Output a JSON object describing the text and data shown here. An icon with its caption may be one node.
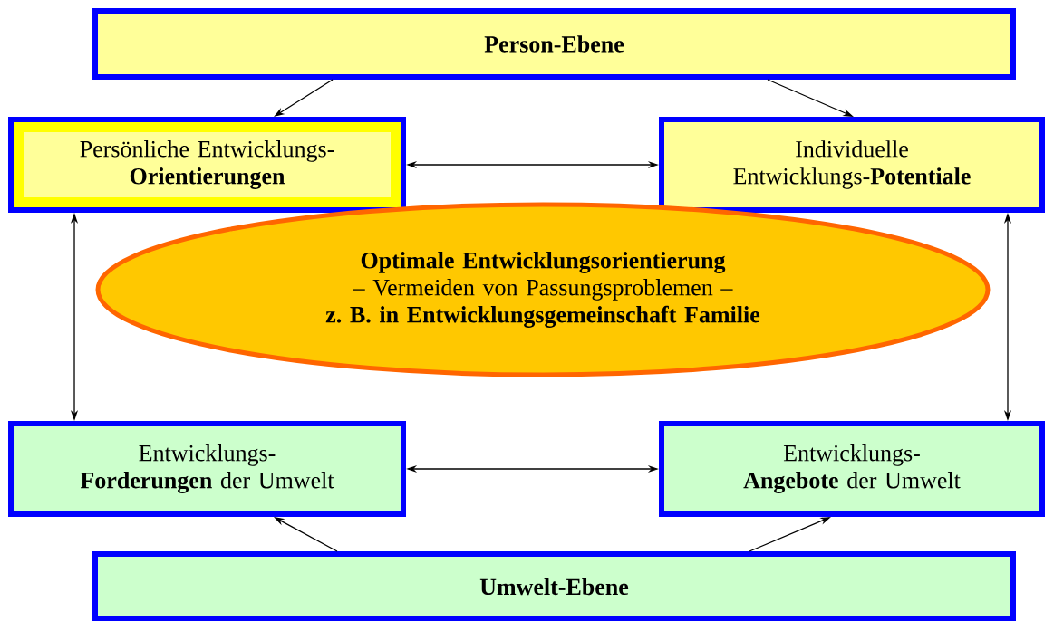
{
  "diagram": {
    "nodes": [
      {
        "text": [
          "Person-Ebene"
        ]
      },
      {
        "text": [
          "Persönliche Entwicklungs-**Orientierungen**"
        ]
      },
      {
        "text": [
          "Individuelle Entwicklungs-**Potentiale**"
        ]
      },
      {
        "text": [
          "Optimale Entwicklungsorientierung",
          "– Vermeiden von Passungsproblemen –",
          "z. B. in Entwicklungsgemeinschaft Familie"
        ]
      },
      {
        "text": [
          "Entwicklungs-**Forderungen** der Umwelt"
        ]
      },
      {
        "text": [
          "Entwicklungs-**Angebote** der Umwelt"
        ]
      },
      {
        "text": [
          "Umwelt-Ebene"
        ]
      }
    ],
    "edges": [
      {
        "from": 0,
        "to": 1,
        "arrow": "to"
      },
      {
        "from": 0,
        "to": 2,
        "arrow": "to"
      },
      {
        "from": 1,
        "to": 2,
        "arrow": "both"
      },
      {
        "from": 1,
        "to": 4,
        "arrow": "both"
      },
      {
        "from": 2,
        "to": 5,
        "arrow": "both"
      },
      {
        "from": 4,
        "to": 5,
        "arrow": "both"
      },
      {
        "from": 6,
        "to": 4,
        "arrow": "to"
      },
      {
        "from": 6,
        "to": 5,
        "arrow": "to"
      }
    ]
  }
}
